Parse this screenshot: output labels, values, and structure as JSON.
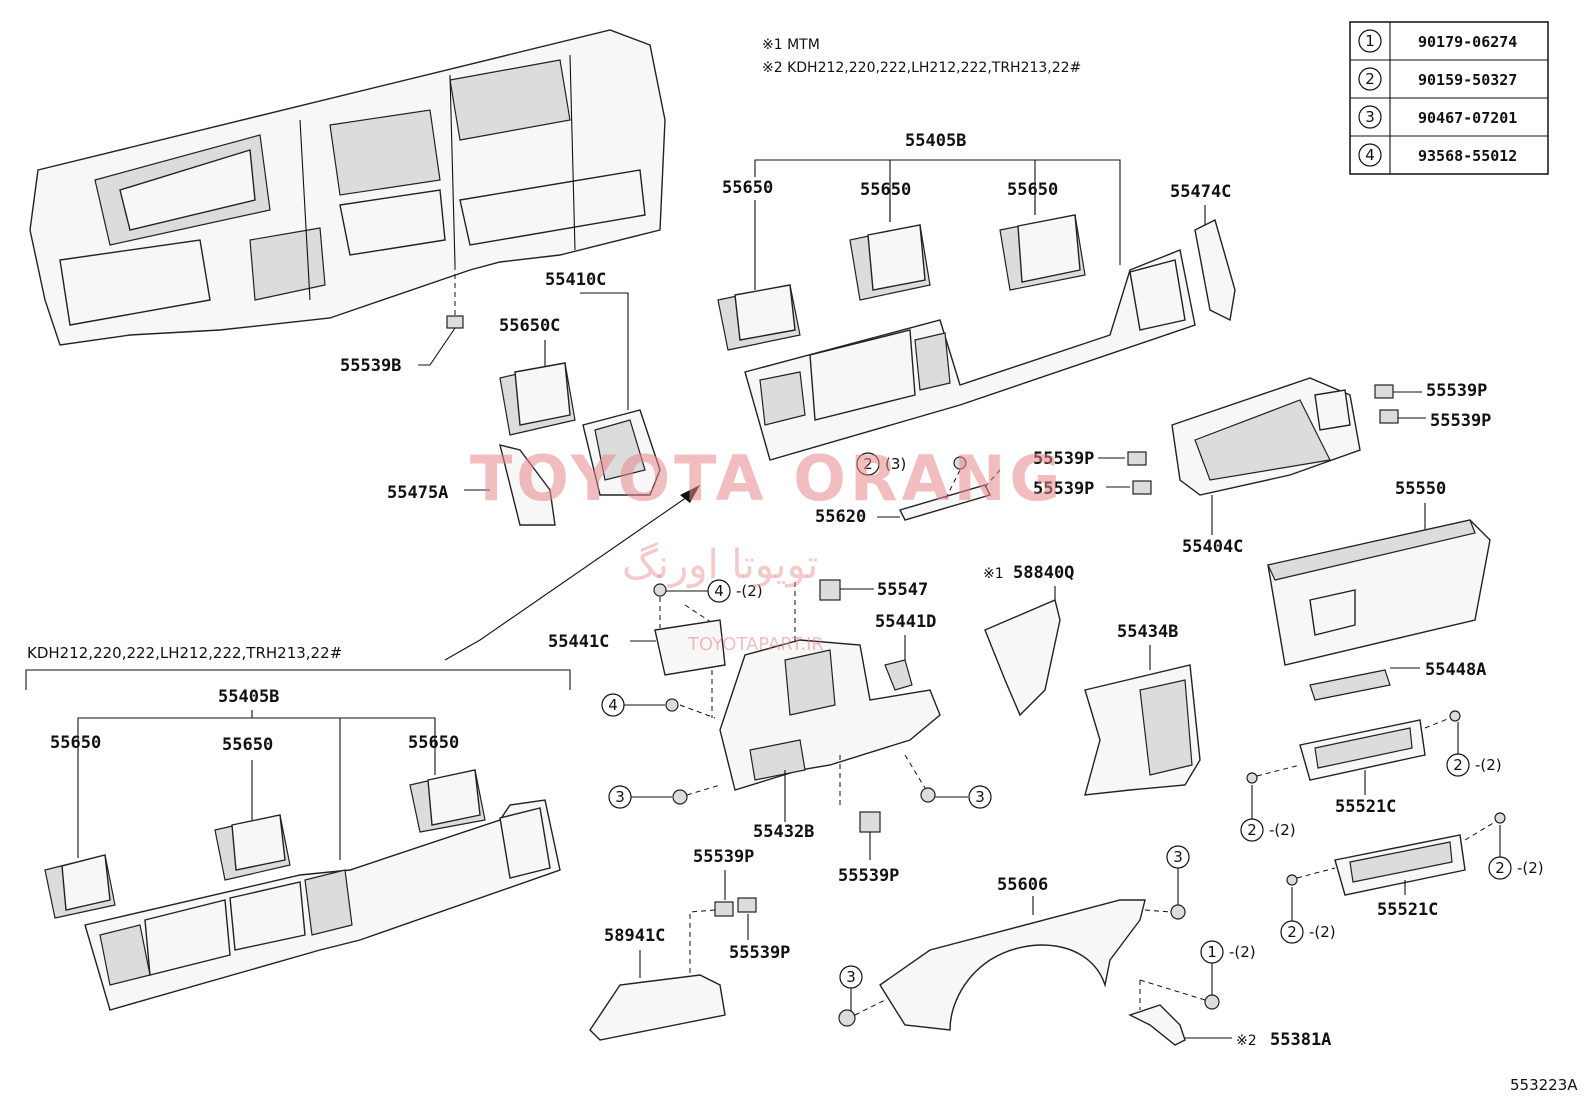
{
  "notes": {
    "note1": "※1 MTM",
    "note2": "※2 KDH212,220,222,LH212,222,TRH213,22#"
  },
  "fastener_table": [
    {
      "num": "1",
      "part": "90179-06274"
    },
    {
      "num": "2",
      "part": "90159-50327"
    },
    {
      "num": "3",
      "part": "90467-07201"
    },
    {
      "num": "4",
      "part": "93568-55012"
    }
  ],
  "variant_label": "KDH212,220,222,LH212,222,TRH213,22#",
  "labels": {
    "p55405B_top": "55405B",
    "p55650_a": "55650",
    "p55650_b": "55650",
    "p55650_c": "55650",
    "p55474C": "55474C",
    "p55410C": "55410C",
    "p55650C": "55650C",
    "p55539B": "55539B",
    "p55475A": "55475A",
    "p55539P_r1": "55539P",
    "p55539P_r2": "55539P",
    "p55539P_m1": "55539P",
    "p55539P_m2": "55539P",
    "p55620": "55620",
    "p55404C": "55404C",
    "p55550": "55550",
    "p55547": "55547",
    "p58840Q": "58840Q",
    "p58840Q_prefix": "※1",
    "p55441C": "55441C",
    "p55441D": "55441D",
    "p55434B": "55434B",
    "p55448A": "55448A",
    "p55405B_bot": "55405B",
    "p55650_d": "55650",
    "p55650_e": "55650",
    "p55650_f": "55650",
    "p55432B": "55432B",
    "p55539P_b": "55539P",
    "p55521C_1": "55521C",
    "p55521C_2": "55521C",
    "p55539P_c1": "55539P",
    "p55539P_c2": "55539P",
    "p58941C": "58941C",
    "p55606": "55606",
    "p55381A": "55381A",
    "p55381A_prefix": "※2"
  },
  "callouts": {
    "qty2": "-(2)",
    "qty3": "(3)"
  },
  "watermark": {
    "main": "TOYOTA ORANG",
    "persian": "تویوتا اورنگ",
    "url": "TOYOTAPART.IR"
  },
  "diagram_code": "553223A"
}
